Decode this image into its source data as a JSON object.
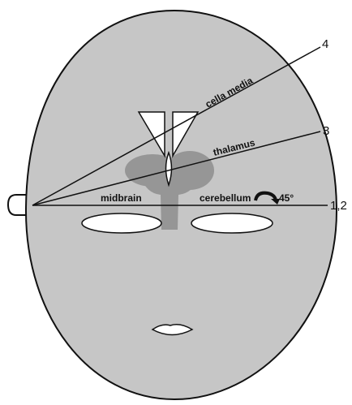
{
  "colors": {
    "background": "#ffffff",
    "face_fill": "#c6c6c6",
    "brain_fill": "#969696",
    "outline": "#111111",
    "cavity_fill": "#ffffff"
  },
  "labels": {
    "cella_media": "cella media",
    "thalamus": "thalamus",
    "midbrain": "midbrain",
    "cerebellum": "cerebellum",
    "angle": "45°"
  },
  "lines": [
    {
      "id": "4",
      "label": "4"
    },
    {
      "id": "3",
      "label": "3"
    },
    {
      "id": "1,2",
      "label": "1,2"
    }
  ],
  "icons": {
    "rotation": "curved-arrow-icon"
  }
}
